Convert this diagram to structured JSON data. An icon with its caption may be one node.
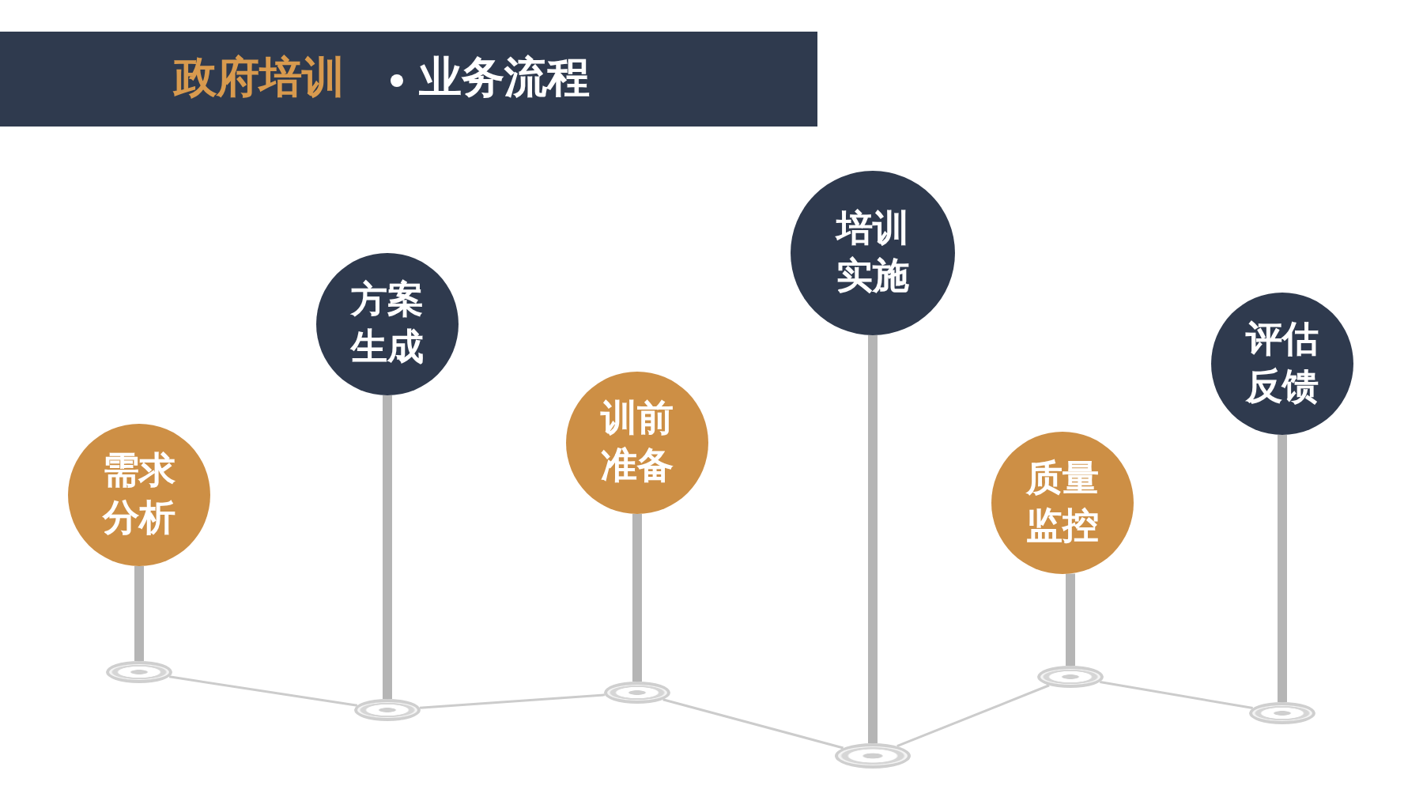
{
  "diagram": {
    "title": "政府培训",
    "nodes": [
      {
        "text": [
          "需求分析"
        ]
      },
      {
        "text": [
          "方案生成"
        ]
      },
      {
        "text": [
          "训前准备"
        ]
      },
      {
        "text": [
          "培训实施"
        ]
      },
      {
        "text": [
          "质量监控"
        ]
      },
      {
        "text": [
          "评估反馈"
        ]
      },
      {
        "text": [],
        "shape": "circle"
      },
      {
        "text": [],
        "shape": "circle"
      },
      {
        "text": [],
        "shape": "circle"
      },
      {
        "text": [],
        "shape": "circle"
      },
      {
        "text": [],
        "shape": "circle"
      },
      {
        "text": [],
        "shape": "circle"
      }
    ],
    "edges": [
      {
        "from": 0,
        "to": 6,
        "arrow": "none"
      },
      {
        "from": 1,
        "to": 7,
        "arrow": "none"
      },
      {
        "from": 2,
        "to": 8,
        "arrow": "none"
      },
      {
        "from": 3,
        "to": 9,
        "arrow": "none"
      },
      {
        "from": 4,
        "to": 10,
        "arrow": "none"
      },
      {
        "from": 5,
        "to": 11,
        "arrow": "none"
      },
      {
        "from": 6,
        "to": 7,
        "arrow": "none",
        "color": "#cccccc"
      },
      {
        "from": 7,
        "to": 8,
        "arrow": "none",
        "color": "#cccccc"
      },
      {
        "from": 8,
        "to": 9,
        "arrow": "none",
        "color": "#cccccc"
      },
      {
        "from": 9,
        "to": 10,
        "arrow": "none",
        "color": "#cccccc"
      },
      {
        "from": 10,
        "to": 11,
        "arrow": "none",
        "color": "#cccccc"
      }
    ],
    "labels": [
      "业务流程"
    ]
  }
}
